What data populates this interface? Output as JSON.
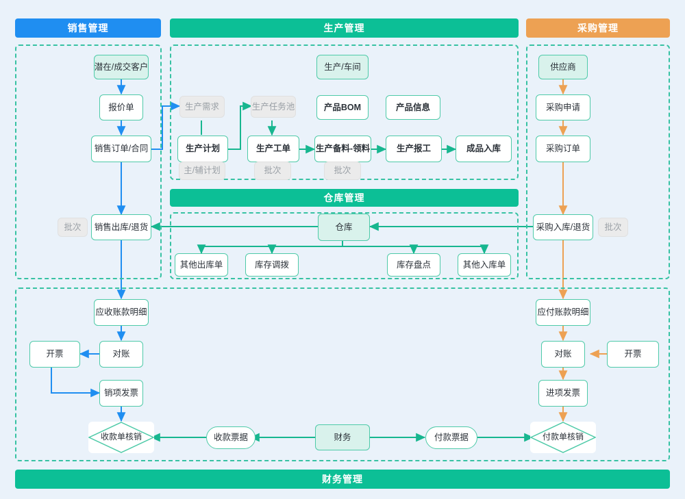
{
  "colors": {
    "sales_accent": "#1f8ef1",
    "production_accent": "#0cbf96",
    "purchase_accent": "#eda153",
    "finance_accent": "#0cbf96",
    "node_border": "#4ecaa8",
    "tint_fill": "#d9f2ec",
    "disabled_fill": "#ebebeb",
    "page_bg": "#eaf2fa"
  },
  "banners": {
    "sales": "销售管理",
    "production": "生产管理",
    "purchase": "采购管理",
    "warehouse": "仓库管理",
    "finance": "财务管理"
  },
  "sales": {
    "customer": "潜在/成交客户",
    "quotation": "报价单",
    "order": "销售订单/合同",
    "outbound": "销售出库/退货",
    "batch_tag": "批次"
  },
  "production": {
    "workshop": "生产/车间",
    "demand": "生产需求",
    "task_pool": "生产任务池",
    "bom": "产品BOM",
    "product_info": "产品信息",
    "plan": "生产计划",
    "work_order": "生产工单",
    "prepare": "生产备料-领料",
    "report": "生产报工",
    "finished_in": "成品入库",
    "plan_tag": "主/辅计划",
    "work_order_tag": "批次",
    "prepare_tag": "批次"
  },
  "warehouse": {
    "hub": "仓库",
    "other_out": "其他出库单",
    "transfer": "库存调拨",
    "stocktake": "库存盘点",
    "other_in": "其他入库单"
  },
  "purchase": {
    "supplier": "供应商",
    "requisition": "采购申请",
    "order": "采购订单",
    "inbound": "采购入库/退货",
    "batch_tag": "批次"
  },
  "finance": {
    "ar_detail": "应收账款明细",
    "ar_recon": "对账",
    "ar_invoice_issue": "开票",
    "output_invoice": "销项发票",
    "receipt_writeoff": "收款单核销",
    "receipt_voucher": "收款票据",
    "finance_hub": "财务",
    "payment_voucher": "付款票据",
    "payment_writeoff": "付款单核销",
    "ap_detail": "应付账款明细",
    "ap_recon": "对账",
    "ap_invoice_issue": "开票",
    "input_invoice": "进项发票"
  }
}
